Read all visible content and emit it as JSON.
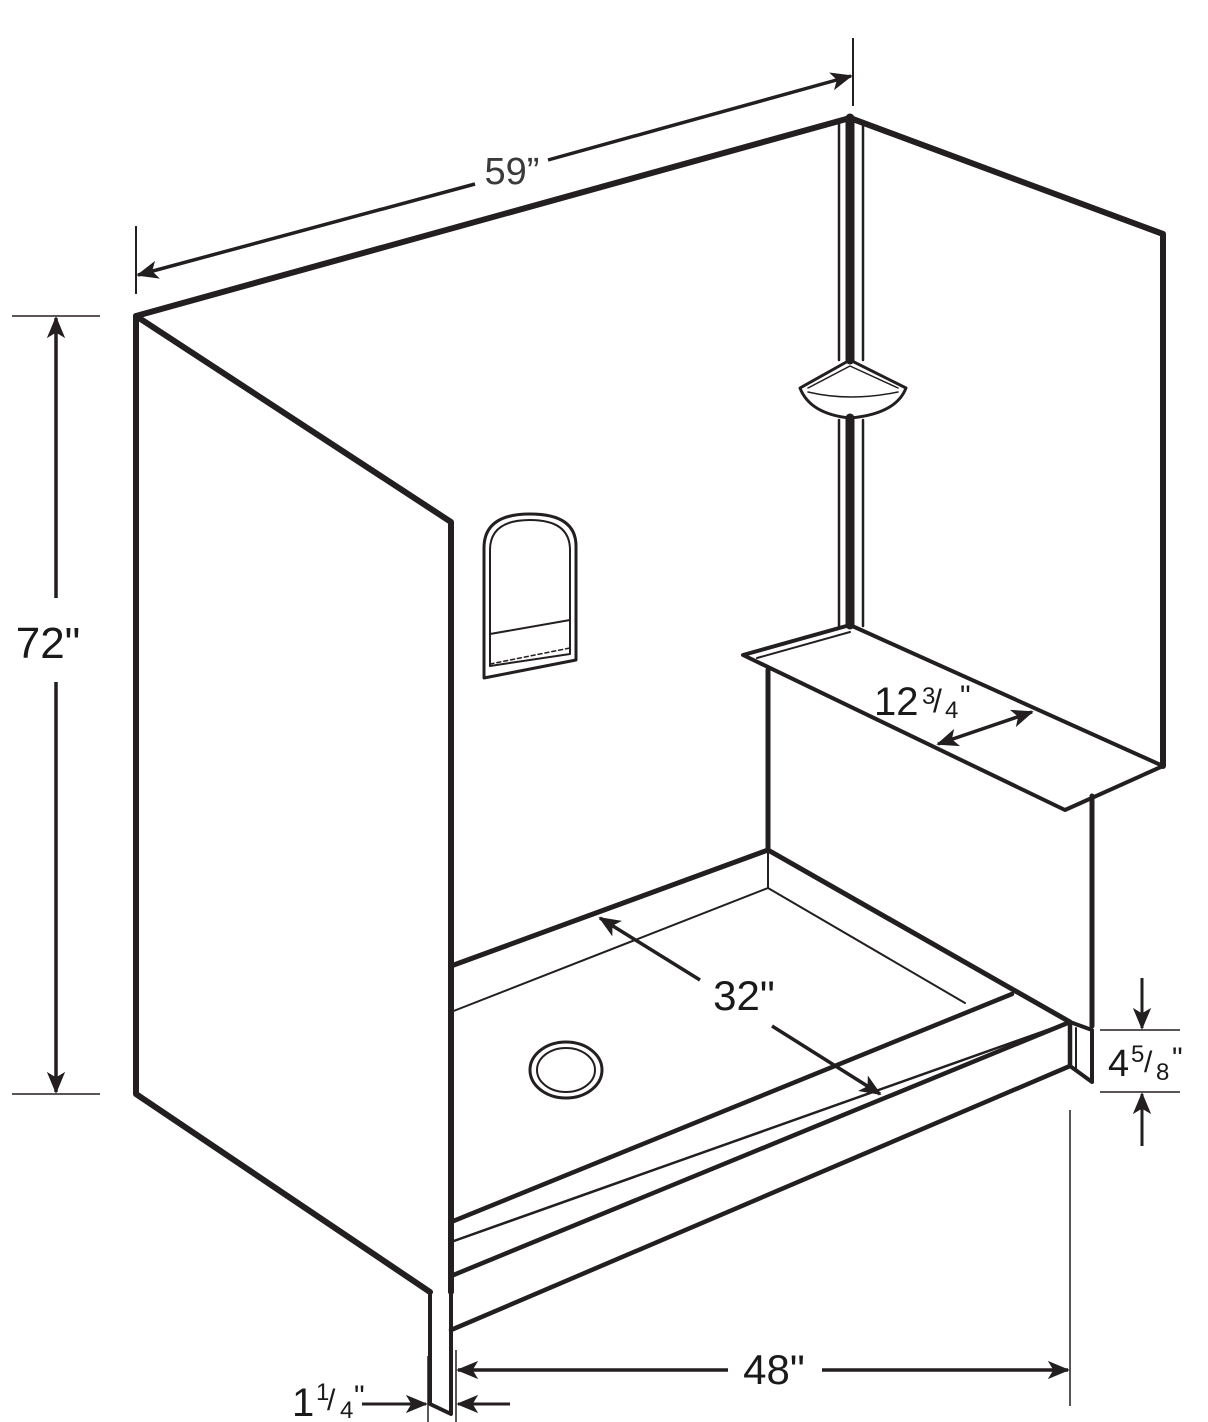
{
  "diagram": {
    "dimensions": {
      "width": "59”",
      "height": "72\"",
      "seat_main": "12",
      "seat_num": "3",
      "seat_den": "4",
      "seat_unit": "\"",
      "depth": "32\"",
      "base_height_whole": "4",
      "base_height_num": "5",
      "base_height_den": "8",
      "base_height_unit": "\"",
      "front_width": "48\"",
      "flange_whole": "1",
      "flange_num": "1",
      "flange_den": "4",
      "flange_unit": "\""
    },
    "colors": {
      "outline": "#231f20",
      "background": "#ffffff"
    }
  }
}
